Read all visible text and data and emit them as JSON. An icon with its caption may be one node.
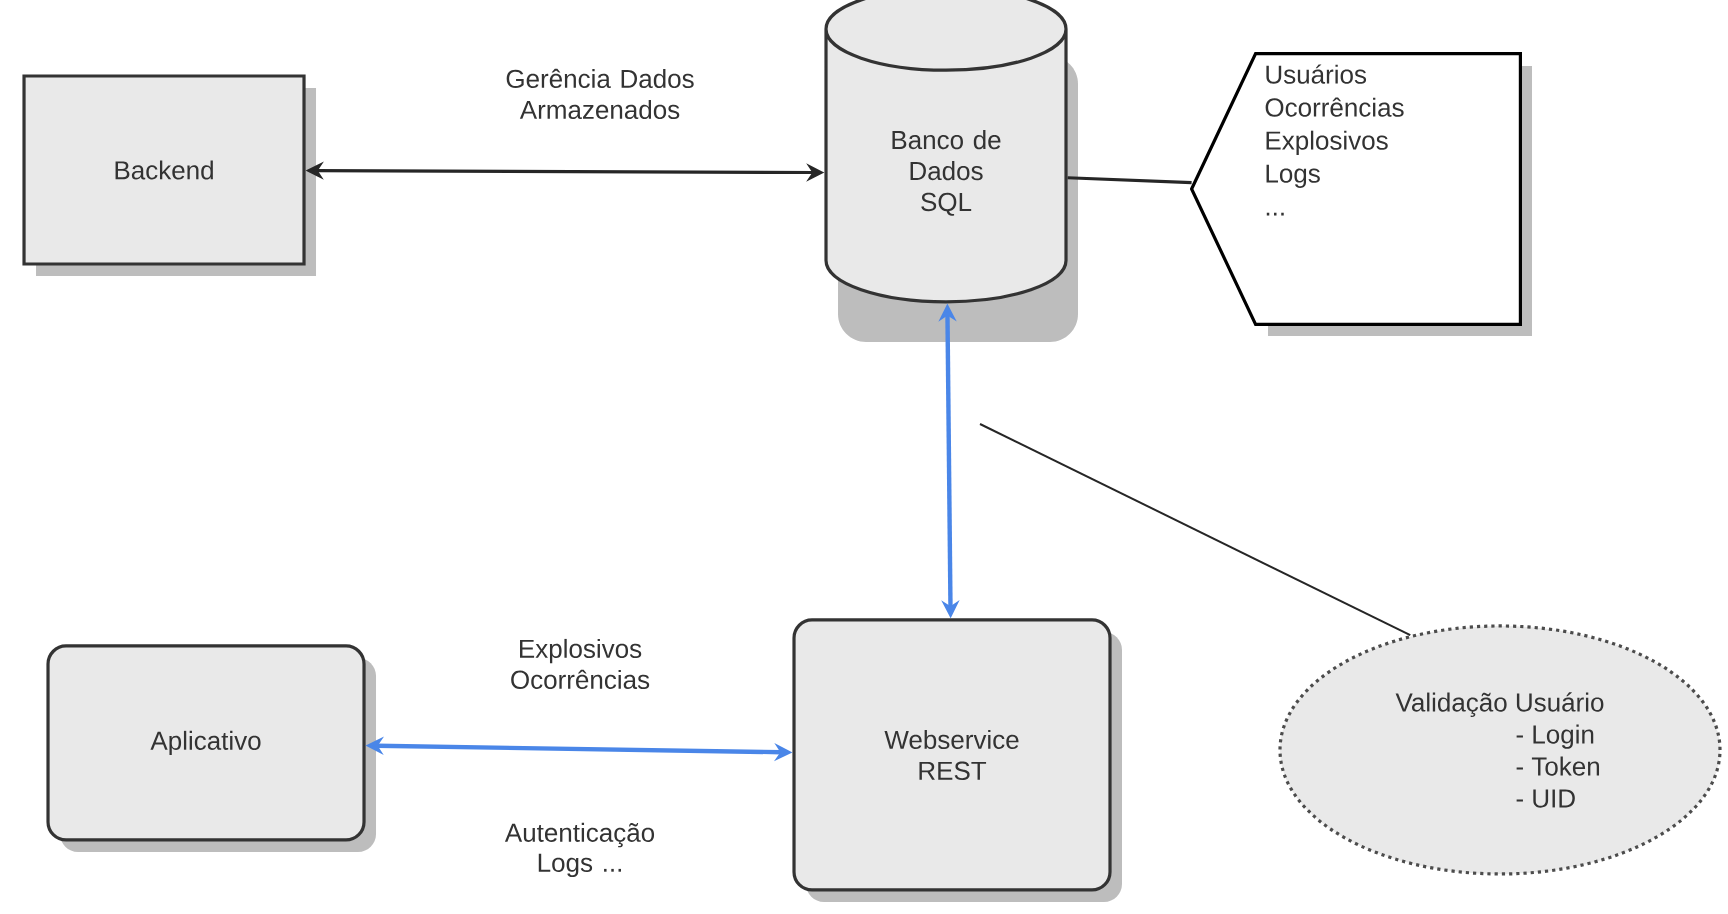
{
  "diagram": {
    "nodes": [
      {
        "text": [
          "Backend"
        ]
      },
      {
        "text": [
          "Banco de Dados SQL"
        ]
      },
      {
        "text": [
          "Usuários",
          "Ocorrências",
          "Explosivos",
          "Logs",
          "..."
        ]
      },
      {
        "text": [
          "Aplicativo"
        ]
      },
      {
        "text": [
          "Webservice REST"
        ]
      },
      {
        "text": [
          "Validação Usuário",
          "- Login",
          "- Token",
          "- UID"
        ]
      }
    ],
    "edges": [
      {
        "from": 0,
        "to": 1,
        "arrow": "both",
        "label": "Gerência Dados Armazenados"
      },
      {
        "from": 1,
        "to": 2,
        "arrow": "none"
      },
      {
        "from": 1,
        "to": 4,
        "arrow": "both",
        "color": "#4a86e8"
      },
      {
        "from": 3,
        "to": 4,
        "arrow": "both",
        "color": "#4a86e8",
        "label": "Explosivos Ocorrências"
      },
      {
        "from": 5,
        "to": null,
        "arrow": "none"
      }
    ],
    "labels": [
      "Autenticação Logs ..."
    ]
  }
}
